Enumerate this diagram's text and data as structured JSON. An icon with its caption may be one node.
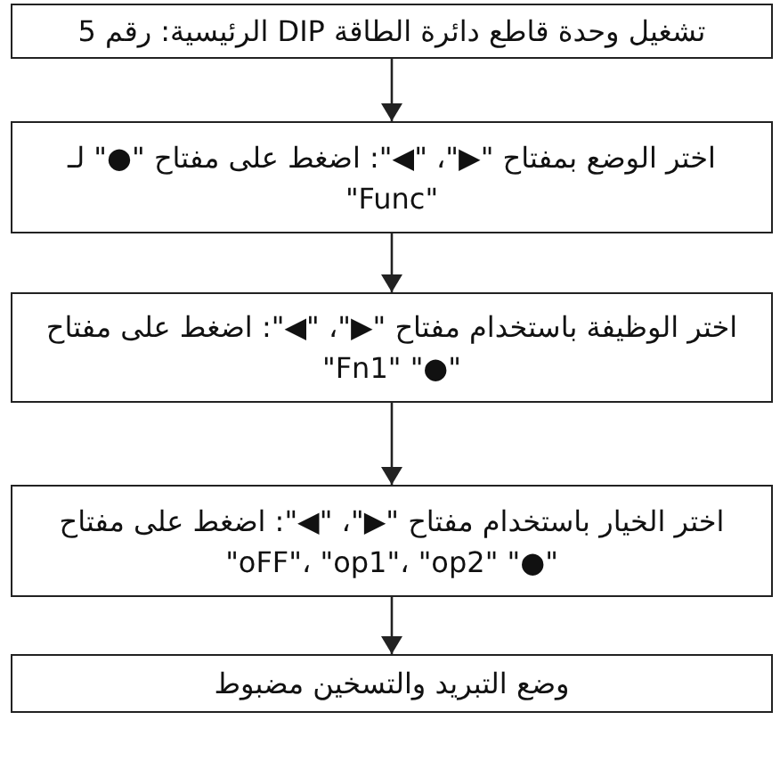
{
  "diagram": {
    "nodes": [
      {
        "text": [
          "تشغيل وحدة قاطع دائرة الطاقة DIP الرئيسية: رقم 5"
        ]
      },
      {
        "text": [
          "اختر الوضع بمفتاح \"▶\"، \"◀\": اضغط على مفتاح \"●\" لـ \"Func\""
        ]
      },
      {
        "text": [
          "اختر الوظيفة باستخدام مفتاح \"▶\"، \"◀\": اضغط على مفتاح \"●\" \"Fn1\""
        ]
      },
      {
        "text": [
          "اختر الخيار باستخدام مفتاح \"▶\"، \"◀\": اضغط على مفتاح \"●\" \"oFF\"، \"op1\"، \"op2\""
        ]
      },
      {
        "text": [
          "وضع التبريد والتسخين مضبوط"
        ]
      }
    ],
    "edges": [
      {
        "from": 0,
        "to": 1,
        "arrow": "to"
      },
      {
        "from": 1,
        "to": 2,
        "arrow": "to"
      },
      {
        "from": 2,
        "to": 3,
        "arrow": "to"
      },
      {
        "from": 3,
        "to": 4,
        "arrow": "to"
      }
    ]
  }
}
